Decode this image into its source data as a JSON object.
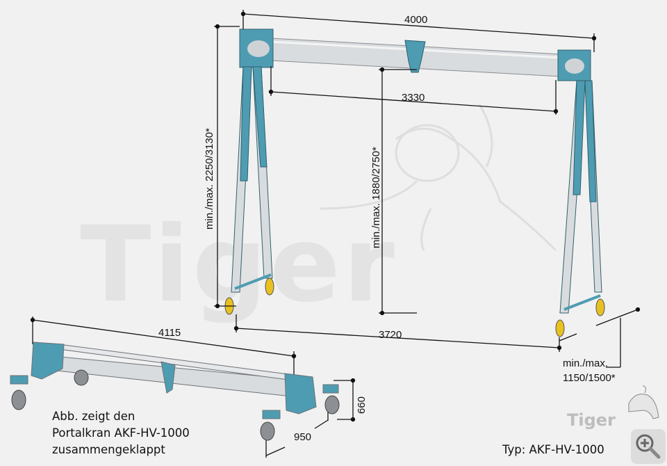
{
  "watermark": {
    "text": "Tiger"
  },
  "crane": {
    "dims": {
      "overall_width": "4000",
      "inner_width": "3330",
      "height_outer": "min./max. 2250/3130*",
      "height_inner": "min./max. 1880/2750*",
      "track_width": "3720",
      "base_label": "min./max.",
      "base_value": "1150/1500*"
    }
  },
  "folded": {
    "dims": {
      "length": "4115",
      "height": "660",
      "width": "950"
    },
    "caption": [
      "Abb. zeigt den",
      "Portalkran AKF-HV-1000",
      "zusammengeklappt"
    ]
  },
  "logo": {
    "text": "Tiger"
  },
  "type_label": "Typ: AKF-HV-1000",
  "zoom_button": {
    "icon": "zoom-in-icon"
  },
  "colors": {
    "frame_blue": "#4e9cb2",
    "beam_gray": "#d9dcdf",
    "wheel_yellow": "#e8c020",
    "watermark": "#e0e0e0"
  }
}
